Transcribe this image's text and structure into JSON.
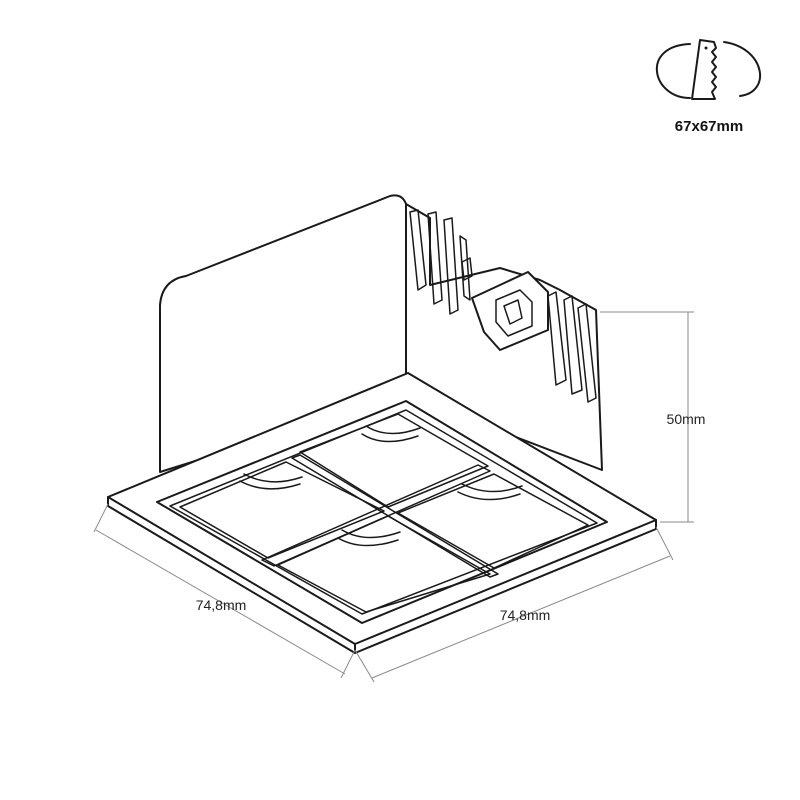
{
  "cutout": {
    "label": "67x67mm",
    "icon": "saw-cutout-icon"
  },
  "dimensions": {
    "height": "50mm",
    "width_left": "74,8mm",
    "width_right": "74,8mm"
  },
  "colors": {
    "line": "#1a1a1a",
    "dimension_line": "#8a8a8a",
    "background": "#ffffff"
  }
}
